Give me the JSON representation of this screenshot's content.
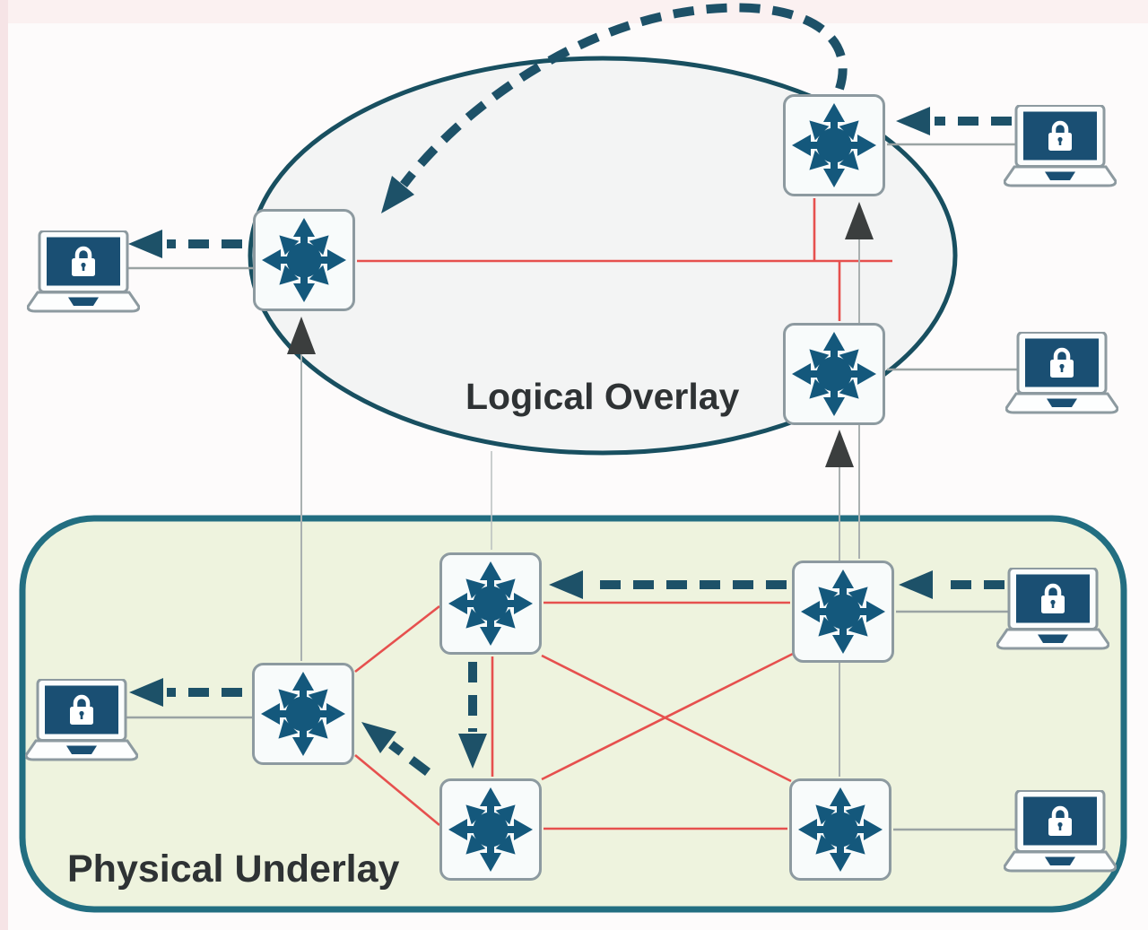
{
  "labels": {
    "overlay": "Logical Overlay",
    "underlay": "Physical Underlay"
  },
  "colors": {
    "router_icon": "#14587c",
    "node_border": "#8d9aa0",
    "overlay_fill": "#f3f4f4",
    "overlay_border": "#184f60",
    "underlay_fill": "#eef3de",
    "underlay_border": "#226e81",
    "physical_link_red": "#e6504e",
    "access_link_gray": "#9aa3a3",
    "mapping_arrow_head": "#3b3e3e",
    "encrypted_flow_dashed": "#1d5168",
    "label_text": "#2e3234",
    "laptop_screen": "#1a4f73"
  },
  "nodes": {
    "overlay_routers": [
      "overlay-router-left",
      "overlay-router-top-right",
      "overlay-router-mid-right"
    ],
    "underlay_routers": [
      "underlay-router-mid-top",
      "underlay-router-left",
      "underlay-router-bottom-mid",
      "underlay-router-top-right",
      "underlay-router-bottom-right"
    ],
    "hosts": [
      "host-top-left",
      "host-top-right",
      "host-mid-right",
      "host-underlay-right-top",
      "host-underlay-right-bottom",
      "host-underlay-left"
    ]
  },
  "edges": {
    "red_links": [
      [
        "overlay-router-left",
        "overlay-router-mid-right"
      ],
      [
        "overlay-router-top-right",
        "overlay-red-bus"
      ],
      [
        "overlay-router-mid-right",
        "overlay-red-bus"
      ],
      [
        "underlay-router-left",
        "underlay-router-mid-top"
      ],
      [
        "underlay-router-left",
        "underlay-router-bottom-mid"
      ],
      [
        "underlay-router-mid-top",
        "underlay-router-bottom-mid"
      ],
      [
        "underlay-router-mid-top",
        "underlay-router-top-right"
      ],
      [
        "underlay-router-mid-top",
        "underlay-router-bottom-right"
      ],
      [
        "underlay-router-bottom-mid",
        "underlay-router-top-right"
      ],
      [
        "underlay-router-bottom-mid",
        "underlay-router-bottom-right"
      ]
    ],
    "gray_links": [
      [
        "host-top-left",
        "overlay-router-left"
      ],
      [
        "host-top-right",
        "overlay-router-top-right"
      ],
      [
        "host-mid-right",
        "overlay-router-mid-right"
      ],
      [
        "host-underlay-right-top",
        "underlay-router-top-right"
      ],
      [
        "host-underlay-right-bottom",
        "underlay-router-bottom-right"
      ],
      [
        "host-underlay-left",
        "underlay-router-left"
      ]
    ],
    "mapping_arrows": [
      [
        "underlay-router-left",
        "overlay-router-left"
      ],
      [
        "underlay-router-top-right",
        "overlay-router-top-right"
      ],
      [
        "underlay-router-bottom-right",
        "overlay-router-mid-right"
      ]
    ],
    "encrypted_flows": [
      [
        "host-top-right",
        "overlay-router-top-right"
      ],
      [
        "overlay-router-top-right",
        "overlay-router-left"
      ],
      [
        "overlay-router-left",
        "host-top-left"
      ],
      [
        "host-underlay-right-top",
        "underlay-router-top-right"
      ],
      [
        "underlay-router-top-right",
        "underlay-router-mid-top"
      ],
      [
        "underlay-router-mid-top",
        "underlay-router-bottom-mid"
      ],
      [
        "underlay-router-bottom-mid",
        "underlay-router-left"
      ],
      [
        "underlay-router-left",
        "host-underlay-left"
      ]
    ]
  }
}
